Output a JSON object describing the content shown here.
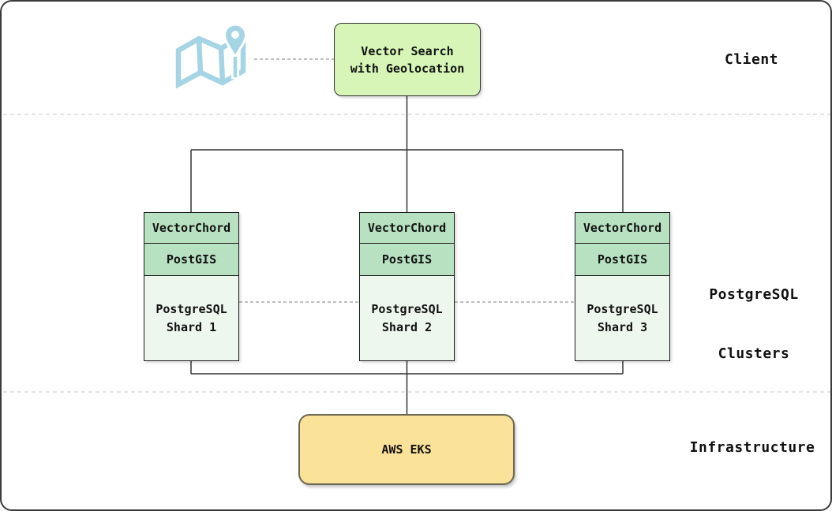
{
  "lanes": {
    "client": {
      "label": "Client"
    },
    "clusters": {
      "label_line1": "PostgreSQL",
      "label_line2": "Clusters"
    },
    "infrastructure": {
      "label": "Infrastructure"
    }
  },
  "client_node": {
    "line1": "Vector Search",
    "line2": "with Geolocation"
  },
  "shards": [
    {
      "layer1": "VectorChord",
      "layer2": "PostGIS",
      "name_line1": "PostgreSQL",
      "name_line2": "Shard 1"
    },
    {
      "layer1": "VectorChord",
      "layer2": "PostGIS",
      "name_line1": "PostgreSQL",
      "name_line2": "Shard 2"
    },
    {
      "layer1": "VectorChord",
      "layer2": "PostGIS",
      "name_line1": "PostgreSQL",
      "name_line2": "Shard 3"
    }
  ],
  "infra_node": {
    "label": "AWS EKS"
  },
  "icons": {
    "map_icon": "map-with-location-pin"
  },
  "colors": {
    "client_node_fill": "#d6f5b7",
    "layer_fill": "#b7e1c1",
    "shard_fill": "#eef7ee",
    "infra_fill": "#fbe299",
    "infra_border": "#6b6753",
    "node_border": "#1a1a1a",
    "icon_blue": "#a5d4e4",
    "connector": "#333333",
    "dashed_link": "#999999",
    "lane_divider": "#d4d4d4",
    "text": "#111111"
  }
}
